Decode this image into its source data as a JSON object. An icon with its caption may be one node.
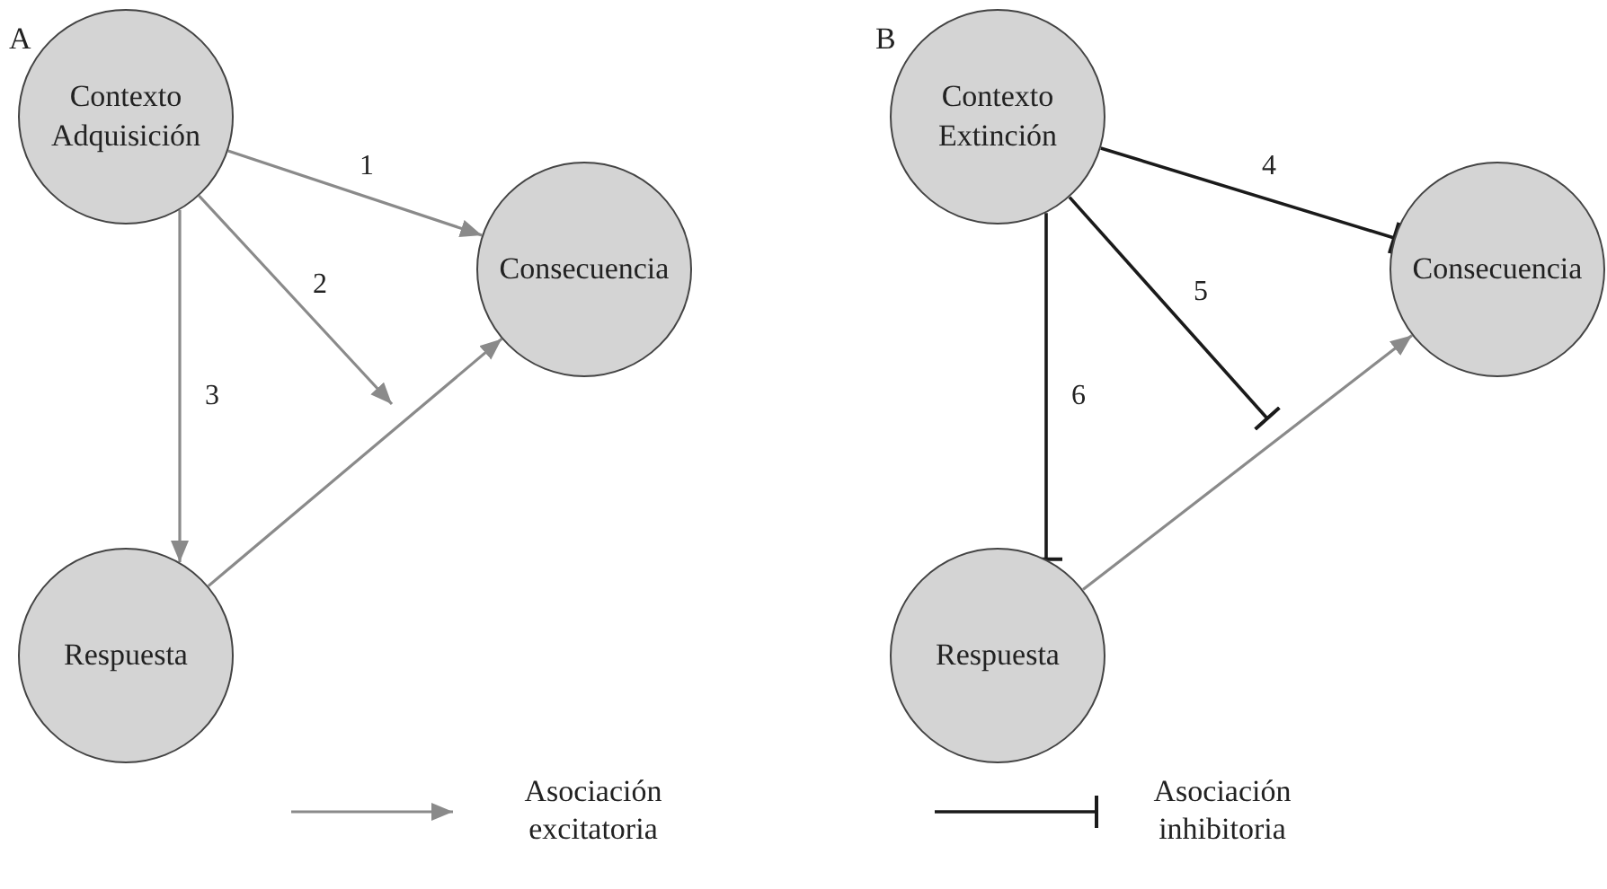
{
  "diagram": {
    "nodes": [
      {
        "text": [
          "Contexto Adquisición"
        ]
      },
      {
        "text": [
          "Consecuencia"
        ]
      },
      {
        "text": [
          "Respuesta"
        ]
      },
      {
        "text": [
          "Contexto Extinción"
        ]
      },
      {
        "text": [
          "Consecuencia"
        ]
      },
      {
        "text": [
          "Respuesta"
        ]
      }
    ],
    "edges": [
      {
        "from": 0,
        "to": 1,
        "arrow": "to",
        "label": "1"
      },
      {
        "from": 0,
        "to": null,
        "arrow": "to",
        "label": "2"
      },
      {
        "from": 0,
        "to": 2,
        "arrow": "to",
        "label": "3"
      },
      {
        "from": 2,
        "to": 1,
        "arrow": "to"
      },
      {
        "from": 3,
        "to": 4,
        "arrow": "other",
        "label": "4",
        "color": "#1a1a1a"
      },
      {
        "from": 3,
        "to": null,
        "arrow": "other",
        "label": "5",
        "color": "#1a1a1a"
      },
      {
        "from": 3,
        "to": 5,
        "arrow": "other",
        "label": "6",
        "color": "#1a1a1a"
      },
      {
        "from": 5,
        "to": 4,
        "arrow": "to"
      }
    ],
    "labels": [
      "A",
      "B"
    ],
    "legend": [
      {
        "text": "Asociación excitatoria"
      },
      {
        "text": "Asociación inhibitoria"
      }
    ]
  }
}
